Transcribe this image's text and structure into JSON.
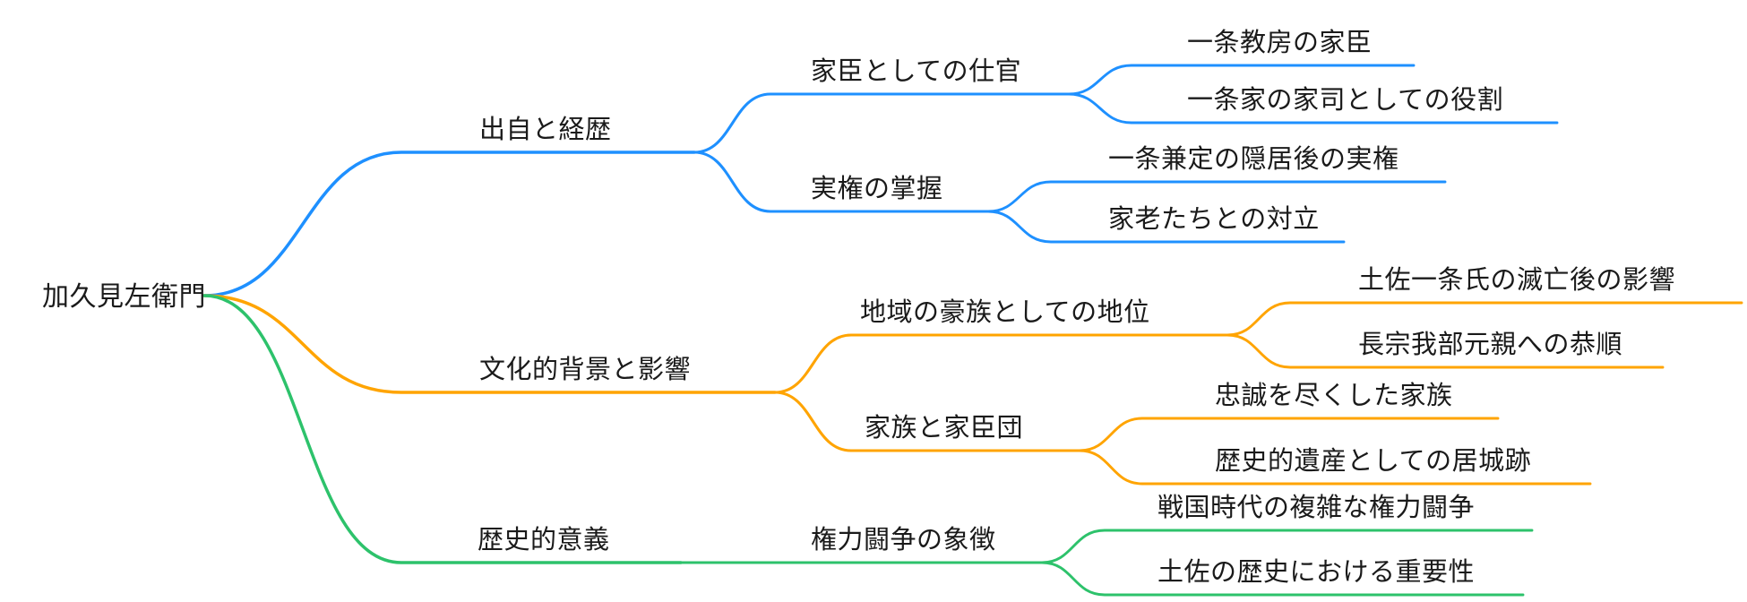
{
  "colors": {
    "blue": "#1E90FF",
    "orange": "#FFA400",
    "green": "#2DC26B",
    "text": "#1a1a1a",
    "background": "#ffffff"
  },
  "root": {
    "label": "加久見左衛門"
  },
  "branches": [
    {
      "label": "出自と経歴",
      "color": "blue",
      "children": [
        {
          "label": "家臣としての仕官",
          "children": [
            {
              "label": "一条教房の家臣"
            },
            {
              "label": "一条家の家司としての役割"
            }
          ]
        },
        {
          "label": "実権の掌握",
          "children": [
            {
              "label": "一条兼定の隠居後の実権"
            },
            {
              "label": "家老たちとの対立"
            }
          ]
        }
      ]
    },
    {
      "label": "文化的背景と影響",
      "color": "orange",
      "children": [
        {
          "label": "地域の豪族としての地位",
          "children": [
            {
              "label": "土佐一条氏の滅亡後の影響"
            },
            {
              "label": "長宗我部元親への恭順"
            }
          ]
        },
        {
          "label": "家族と家臣団",
          "children": [
            {
              "label": "忠誠を尽くした家族"
            },
            {
              "label": "歴史的遺産としての居城跡"
            }
          ]
        }
      ]
    },
    {
      "label": "歴史的意義",
      "color": "green",
      "children": [
        {
          "label": "権力闘争の象徴",
          "children": [
            {
              "label": "戦国時代の複雑な権力闘争"
            },
            {
              "label": "土佐の歴史における重要性"
            }
          ]
        }
      ]
    }
  ]
}
